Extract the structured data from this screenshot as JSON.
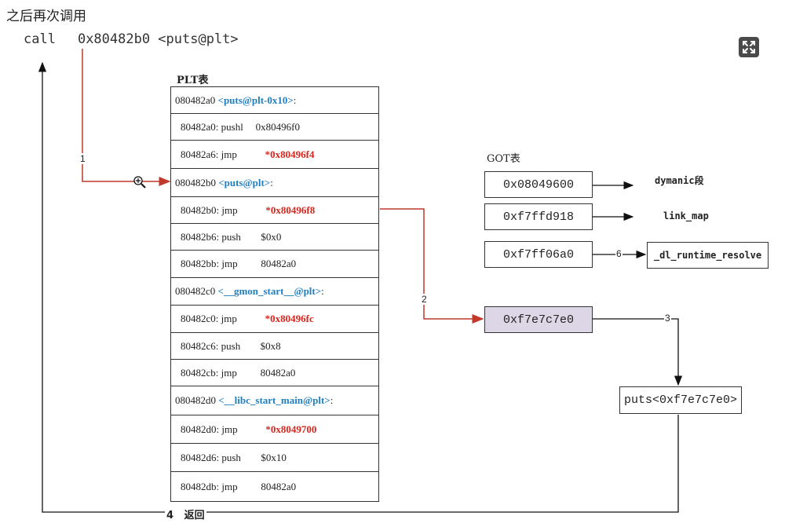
{
  "title": "之后再次调用",
  "call": {
    "mnemonic": "call",
    "target": "0x80482b0 <puts@plt>"
  },
  "plt_label": "PLT表",
  "got_label": "GOT表",
  "plt_blocks": [
    {
      "head_addr": "080482a0 ",
      "head_sym": "<puts@plt-0x10>",
      "head_suffix": ":",
      "rows": [
        {
          "addr": "80482a0: ",
          "op": "pushl",
          "arg": "0x80496f0",
          "red": false
        },
        {
          "addr": "80482a6: ",
          "op": "jmp",
          "arg": "*0x80496f4",
          "red": true
        }
      ]
    },
    {
      "head_addr": "080482b0 ",
      "head_sym": "<puts@plt>",
      "head_suffix": ":",
      "rows": [
        {
          "addr": "80482b0: ",
          "op": "jmp",
          "arg": "*0x80496f8",
          "red": true
        },
        {
          "addr": "80482b6: ",
          "op": "push",
          "arg": "$0x0",
          "red": false
        },
        {
          "addr": "80482bb: ",
          "op": "jmp",
          "arg": "80482a0",
          "red": false
        }
      ]
    },
    {
      "head_addr": "080482c0 ",
      "head_sym": "<__gmon_start__@plt>",
      "head_suffix": ":",
      "rows": [
        {
          "addr": "80482c0: ",
          "op": "jmp",
          "arg": "*0x80496fc",
          "red": true
        },
        {
          "addr": "80482c6: ",
          "op": "push",
          "arg": "$0x8",
          "red": false
        },
        {
          "addr": "80482cb: ",
          "op": "jmp",
          "arg": "80482a0",
          "red": false
        }
      ]
    },
    {
      "head_addr": "080482d0 ",
      "head_sym": "<__libc_start_main@plt>",
      "head_suffix": ":",
      "rows": [
        {
          "addr": "80482d0: ",
          "op": "jmp",
          "arg": "*0x8049700",
          "red": true
        },
        {
          "addr": "80482d6: ",
          "op": "push",
          "arg": "$0x10",
          "red": false
        },
        {
          "addr": "80482db: ",
          "op": "jmp",
          "arg": "80482a0",
          "red": false
        }
      ]
    }
  ],
  "got_cells": [
    "0x08049600",
    "0xf7ffd918",
    "0xf7ff06a0",
    "0xf7e7c7e0"
  ],
  "got_targets": [
    "dymanic段",
    "link_map",
    "_dl_runtime_resolve"
  ],
  "puts_box": "puts<0xf7e7c7e0>",
  "steps": [
    "1",
    "2",
    "3",
    "4",
    "6"
  ],
  "return_label": "返回",
  "colors": {
    "flow_red": "#c0392b",
    "symbol_blue": "#1f7fbf",
    "got_highlight": "#dcd6e6"
  },
  "icons": {
    "expand": "expand-icon",
    "cursor": "zoom-in-icon"
  }
}
